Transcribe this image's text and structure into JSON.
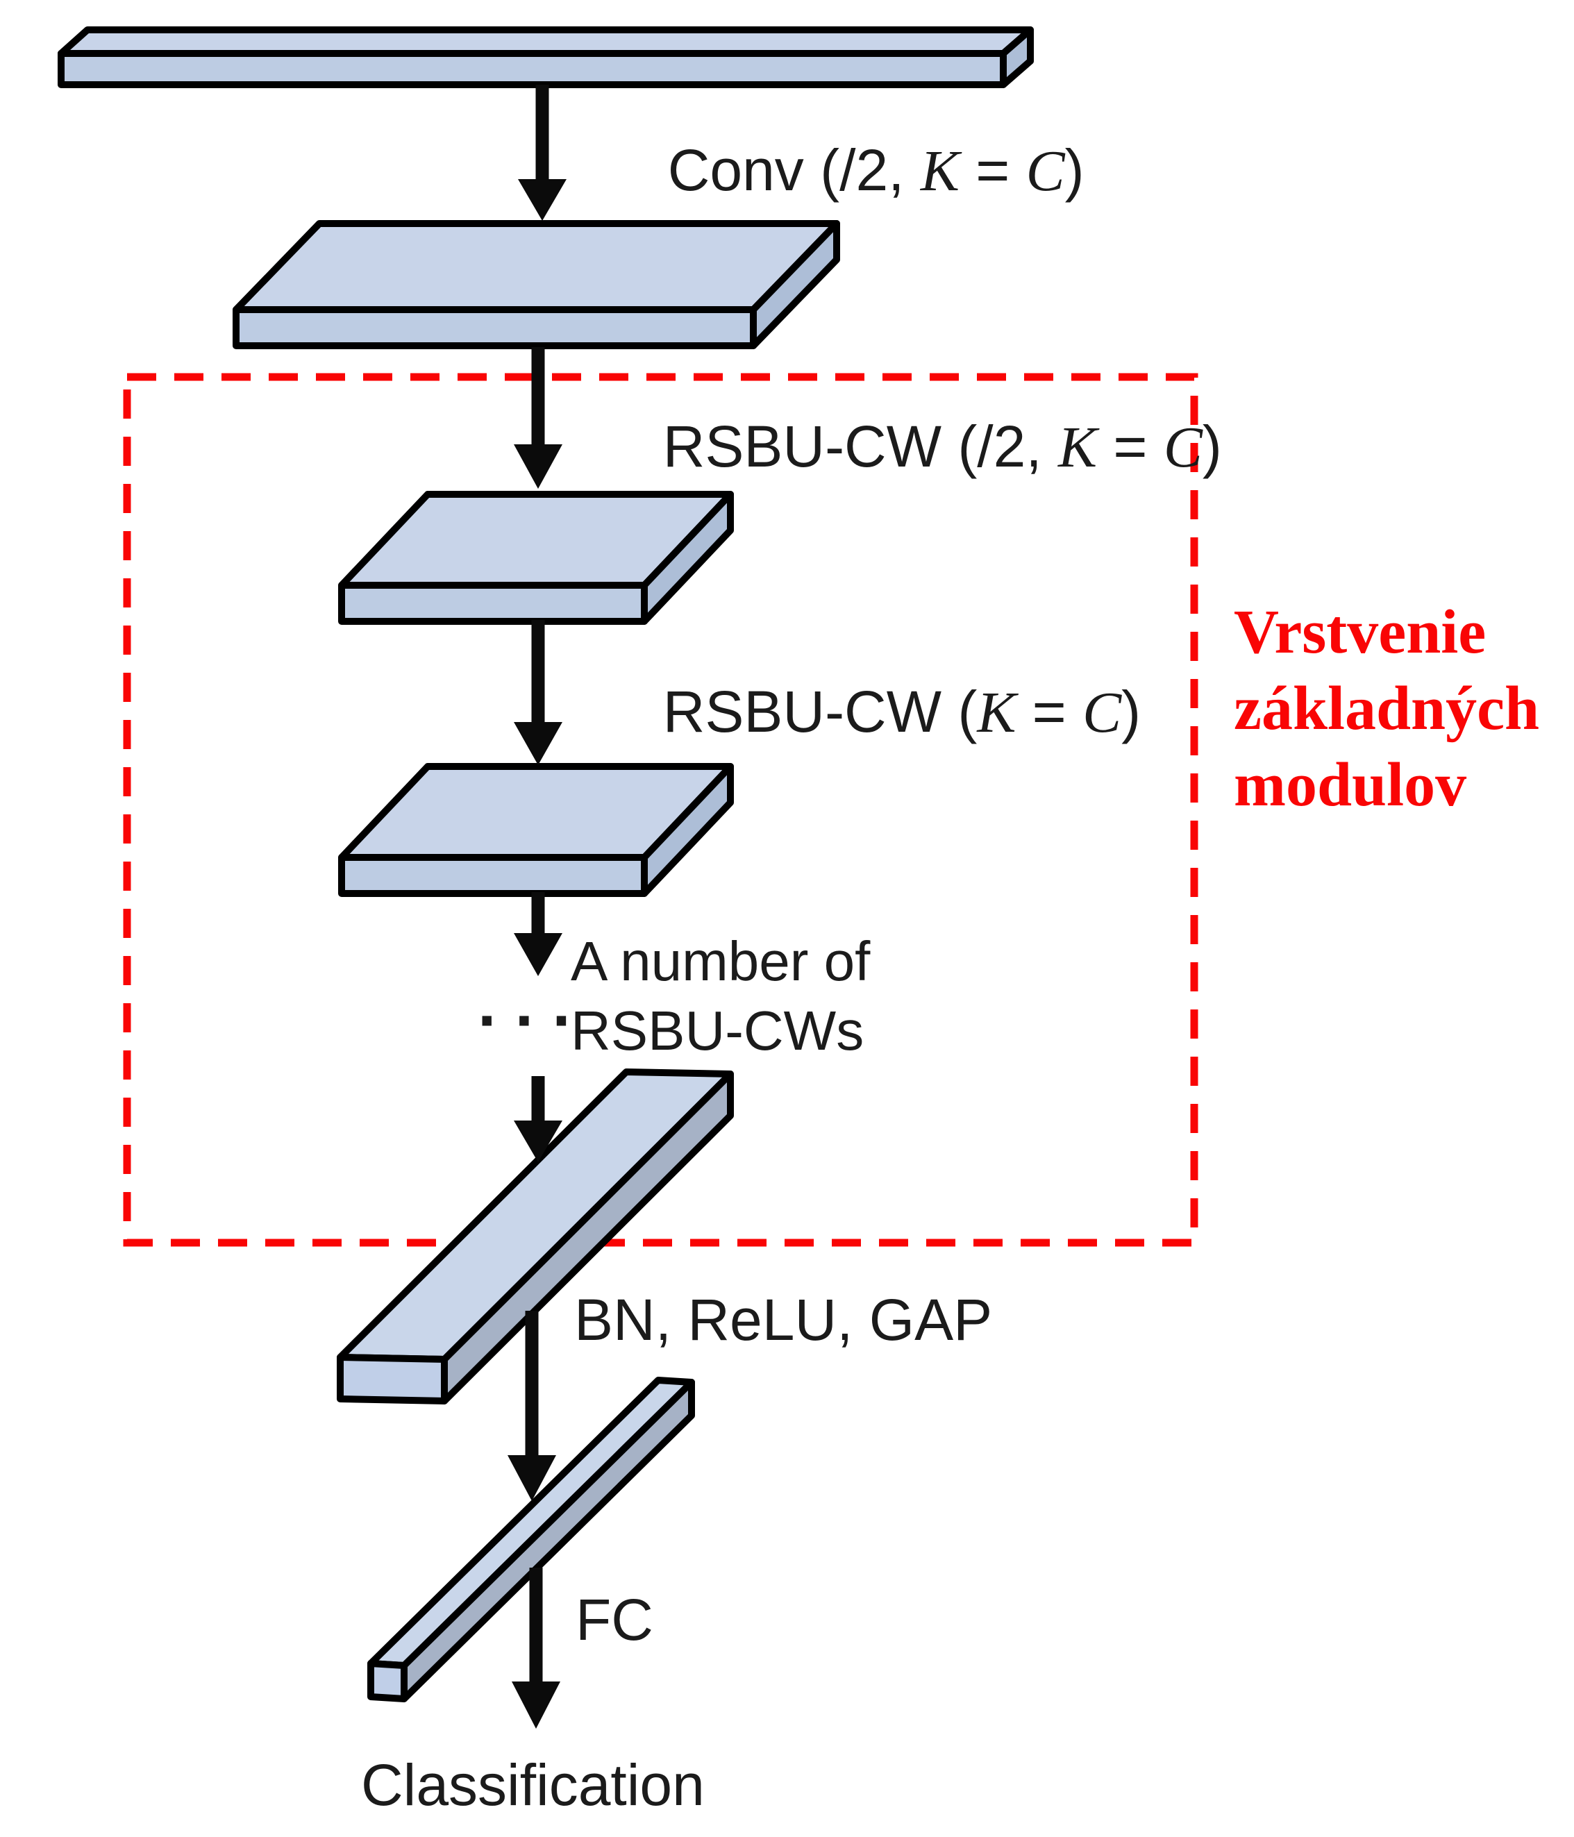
{
  "page": {
    "background": "#FFFFFF"
  },
  "colors": {
    "accent_red": "#F90505",
    "outline": "#000000",
    "text": "#1B1B1B",
    "face_top": "#C8D4E9",
    "face_front": "#BDCCE3",
    "face_side": "#ADBED7",
    "bar_top": "#C9D6EA",
    "bar_side": "#A6B2C6",
    "bar_end": "#C0CFE8"
  },
  "labels": {
    "conv": {
      "pre": "Conv (/2, ",
      "k": "K",
      "eq": " = ",
      "c": "C",
      "close": ")"
    },
    "rsbu_stride": {
      "pre": "RSBU-CW (/2, ",
      "k": "K",
      "eq": " = ",
      "c": "C",
      "close": ")"
    },
    "rsbu": {
      "pre": "RSBU-CW (",
      "k": "K",
      "eq": " = ",
      "c": "C",
      "close": ")"
    },
    "stack_line1": "A number of",
    "stack_dots": "···",
    "stack_line2": "RSBU-CWs",
    "bn_relu_gap": "BN, ReLU, GAP",
    "fc": "FC",
    "classification": "Classification"
  },
  "annotation": {
    "line1": "Vrstvenie",
    "line2": "základných",
    "line3": "modulov"
  }
}
